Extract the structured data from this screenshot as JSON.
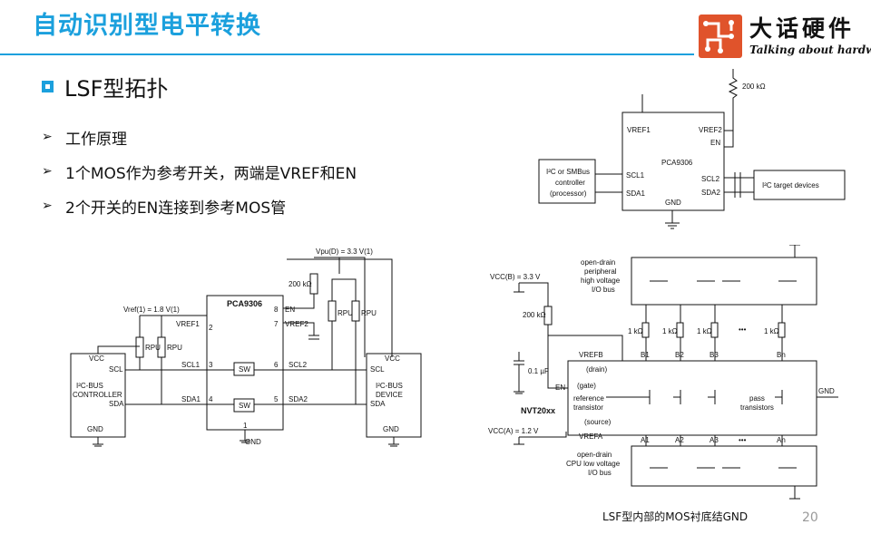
{
  "header": {
    "title": "自动识别型电平转换",
    "logo": {
      "cn": "大话硬件",
      "en": "Talking about hardware"
    }
  },
  "section": {
    "title": "LSF型拓扑"
  },
  "bullets": [
    "工作原理",
    "1个MOS作为参考开关，两端是VREF和EN",
    "2个开关的EN连接到参考MOS管"
  ],
  "diagram_top": {
    "resistor": "200 kΩ",
    "chip": "PCA9306",
    "pins_left": [
      "VREF1",
      "SCL1",
      "SDA1"
    ],
    "pins_right": [
      "VREF2",
      "EN",
      "SCL2",
      "SDA2"
    ],
    "gnd": "GND",
    "controller": [
      "I²C or SMBus",
      "controller",
      "(processor)"
    ],
    "target": "I²C target devices"
  },
  "diagram_left": {
    "vpu": "Vpu(D) = 3.3 V(1)",
    "vref": "Vref(1) = 1.8 V(1)",
    "r200": "200 kΩ",
    "rpu": "RPU",
    "chip": "PCA9306",
    "vref1": "VREF1",
    "vref2": "VREF2",
    "en": "EN",
    "scl1": "SCL1",
    "sda1": "SDA1",
    "scl2": "SCL2",
    "sda2": "SDA2",
    "sw": "SW",
    "pins": [
      "2",
      "3",
      "4",
      "8",
      "7",
      "6",
      "5",
      "1"
    ],
    "gnd": "GND",
    "vcc": "VCC",
    "scl": "SCL",
    "sda": "SDA",
    "controller": [
      "I²C-BUS",
      "CONTROLLER"
    ],
    "device": [
      "I²C-BUS",
      "DEVICE"
    ]
  },
  "diagram_right": {
    "hv_bus": [
      "open-drain",
      "peripheral",
      "high voltage",
      "I/O bus"
    ],
    "lv_bus": [
      "open-drain",
      "CPU low voltage",
      "I/O bus"
    ],
    "vccb": "VCC(B) = 3.3 V",
    "vcca": "VCC(A) = 1.2 V",
    "r200": "200 kΩ",
    "r1k": "1 kΩ",
    "cap": "0.1 µF",
    "vrefb": "VREFB",
    "vrefa": "VREFA",
    "en": "EN",
    "b_pins": [
      "B1",
      "B2",
      "B3",
      "Bn"
    ],
    "a_pins": [
      "A1",
      "A2",
      "A3",
      "An"
    ],
    "drain": "(drain)",
    "gate": "(gate)",
    "source": "(source)",
    "ref_tr": [
      "reference",
      "transistor"
    ],
    "pass_tr": [
      "pass",
      "transistors"
    ],
    "chip": "NVT20xx",
    "gnd": "GND",
    "dots": "•••"
  },
  "caption": "LSF型内部的MOS衬底结GND",
  "page_number": "20"
}
